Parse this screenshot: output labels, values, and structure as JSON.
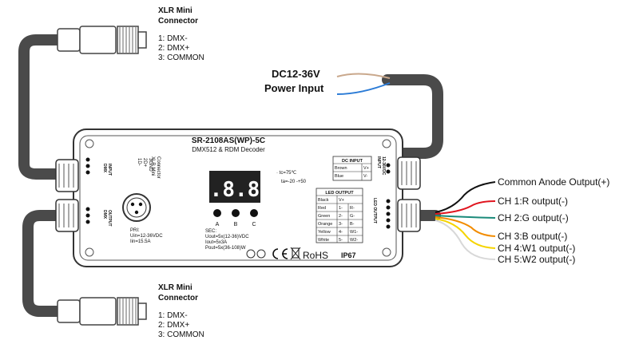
{
  "top_connector": {
    "title_line1": "XLR Mini",
    "title_line2": "Connector",
    "pins": [
      "1: DMX-",
      "2: DMX+",
      "3: COMMON"
    ]
  },
  "bottom_connector": {
    "title_line1": "XLR  Mini",
    "title_line2": "Connector",
    "pins": [
      "1: DMX-",
      "2: DMX+",
      "3: COMMON"
    ]
  },
  "power": {
    "line1": "DC12-36V",
    "line2": "Power Input"
  },
  "device": {
    "model": "SR-2108AS(WP)-5C",
    "subtitle": "DMX512 & RDM Decoder",
    "display": "8.8.8.",
    "buttons": [
      "A",
      "B",
      "C"
    ],
    "dmx_input_label": [
      "DMX",
      "INPUT"
    ],
    "dmx_output_label": [
      "DMX",
      "OUTPUT"
    ],
    "xlr_mini_label": [
      "XLR Mini",
      "Connector"
    ],
    "xlr_pin_label": [
      "1D-",
      "2D+",
      "3GND"
    ],
    "tc": "· tc=75℃",
    "ta": "ta=-20    -+50",
    "dc_input_title": "DC INPUT",
    "dc_input_rows": [
      [
        "Brown",
        "V+"
      ],
      [
        "Blue",
        "V-"
      ]
    ],
    "input_side_label": [
      "INPUT",
      "12-36VDC"
    ],
    "led_output_title": "LED OUTPUT",
    "led_output_rows": [
      [
        "Black",
        "V+"
      ],
      [
        "Red",
        "1-",
        "R-"
      ],
      [
        "Green",
        "2-",
        "G-"
      ],
      [
        "Orange",
        "3-",
        "B-"
      ],
      [
        "Yellow",
        "4-",
        "W1-"
      ],
      [
        "White",
        "5-",
        "W2-"
      ]
    ],
    "led_output_side_label": "LED OUTPUT",
    "pri": [
      "PRI:",
      "Uin=12-36VDC",
      "Iin=15.5A"
    ],
    "sec": [
      "SEC:",
      "Uout=5x(12-36)VDC",
      "Iout=5x3A",
      "Pout=5x(36-108)W"
    ],
    "rohs": "RoHS",
    "ip": "IP67"
  },
  "outputs": [
    "Common Anode Output(+)",
    "CH 1:R output(-)",
    "CH 2:G output(-)",
    "CH 3:B output(-)",
    "CH 4:W1 output(-)",
    "CH 5:W2 output(-)"
  ],
  "wire_colors": {
    "cable": "#4a4a4a",
    "brown": "#c9a88c",
    "blue": "#2b7bd6",
    "black": "#111111",
    "red": "#e0141e",
    "green": "#1a8a7a",
    "orange": "#f28c00",
    "yellow": "#f5d400",
    "white": "#d8d8d8"
  }
}
